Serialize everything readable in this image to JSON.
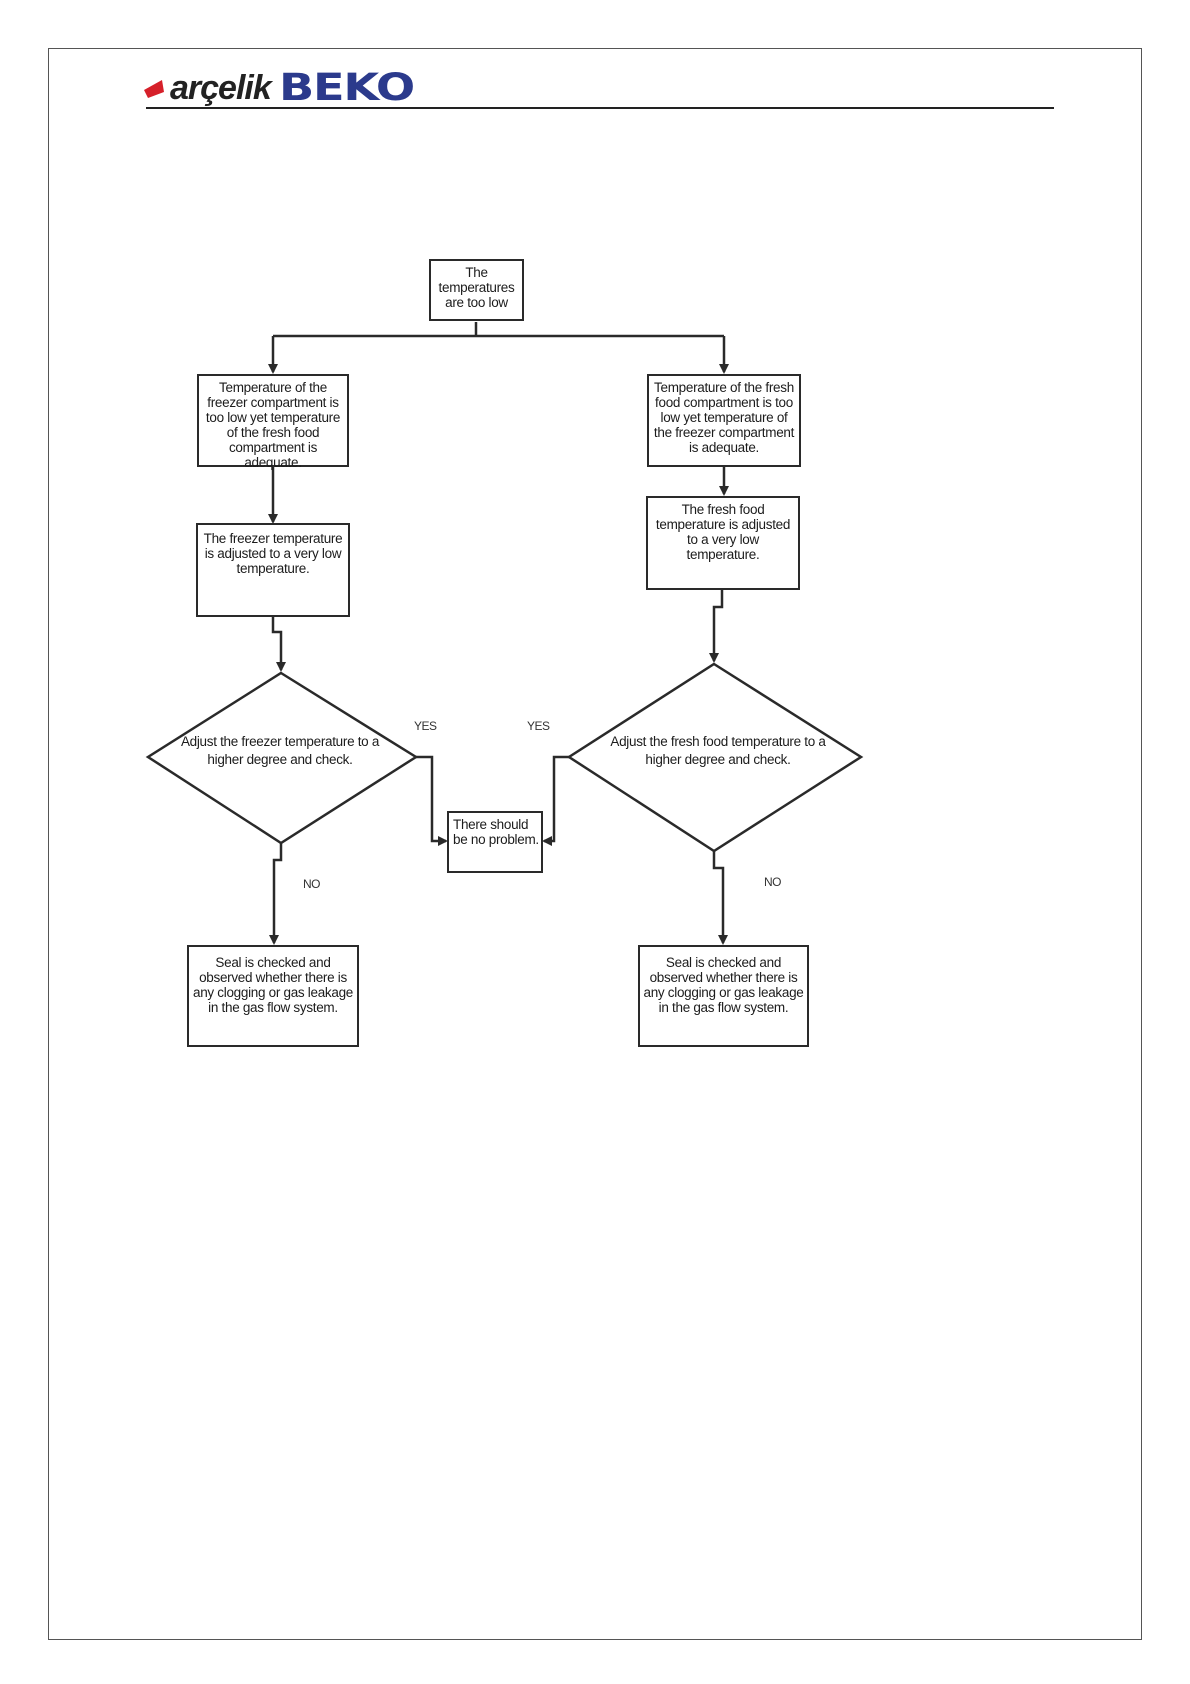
{
  "header": {
    "brand_primary": "arçelik",
    "brand_secondary": "BEKO",
    "brand_mark_color": "#d6202a",
    "brand_secondary_color": "#2b3a8c"
  },
  "flowchart": {
    "start": "The temperatures are too low",
    "left": {
      "condition": "Temperature of the freezer compartment is too low yet temperature of the fresh food compartment is adequate.",
      "cause": "The freezer temperature is adjusted to a very low temperature.",
      "decision": "Adjust the freezer temperature to a higher degree and check.",
      "yes_label": "YES",
      "no_label": "NO",
      "no_action": "Seal is checked and observed whether there is any clogging or gas leakage in the gas flow system."
    },
    "right": {
      "condition": "Temperature of the fresh food compartment is too low yet temperature of the freezer compartment is adequate.",
      "cause": "The fresh food temperature is adjusted to a very low temperature.",
      "decision": "Adjust the fresh food temperature to a higher degree and check.",
      "yes_label": "YES",
      "no_label": "NO",
      "no_action": "Seal is checked and observed whether there is any clogging or gas leakage in the gas flow system."
    },
    "yes_outcome": "There should be no problem."
  }
}
